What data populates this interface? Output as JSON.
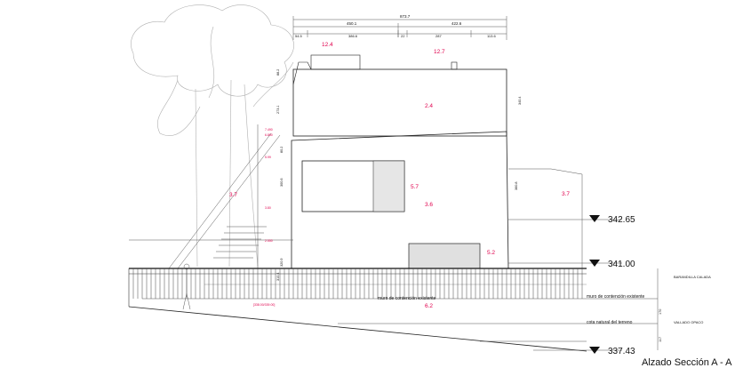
{
  "title": "Alzado Sección A - A",
  "top_dimensions": {
    "overall": "873.7",
    "row2": [
      "450.1",
      "422.6"
    ],
    "row3": [
      "54.5",
      "386.6",
      "22",
      "287",
      "113.6"
    ]
  },
  "section_labels": [
    "12.4",
    "12.7",
    "2.4",
    "5.7",
    "3.6",
    "3.7",
    "3.7",
    "5.2",
    "6.2"
  ],
  "vertical_dimensions": [
    "88.2",
    "273.1",
    "80.2",
    "300.6",
    "320.9",
    "310.4",
    "340.4",
    "360.8",
    "170",
    "117"
  ],
  "level_marks": [
    {
      "value": "342.65"
    },
    {
      "value": "341.00"
    },
    {
      "value": "337.43"
    }
  ],
  "level_tags": [
    "7.490",
    "6.890",
    "5.99",
    "3.80",
    "2.550"
  ],
  "small_red_label": "[338.00/339.00]",
  "annotations": {
    "retaining_wall_left": "muro de contención existente",
    "retaining_wall_right": "muro de contención existente",
    "natural_ground": "cota natural del terreno",
    "railing": "BARANDILLA CALADA",
    "opaque_fence": "VALLADO OPACO"
  },
  "colors": {
    "line": "#222222",
    "label_red": "#e0004d",
    "tree": "#b0b0b0"
  }
}
